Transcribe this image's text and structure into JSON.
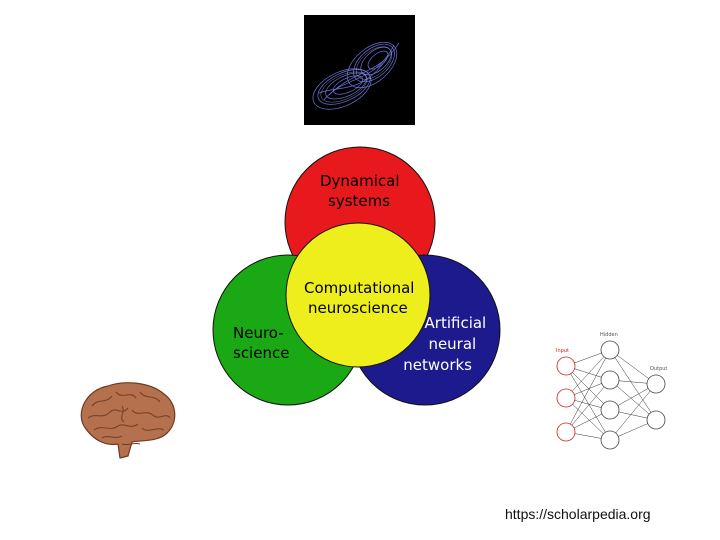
{
  "diagram": {
    "circles": {
      "dynamical_systems": {
        "label_lines": [
          "Dynamical",
          "systems"
        ],
        "color": "#e8191c"
      },
      "neuroscience": {
        "label_lines": [
          "Neuro-",
          "science"
        ],
        "color": "#1aa815"
      },
      "artificial_neural_networks": {
        "label_lines": [
          "Artificial",
          "neural",
          "networks"
        ],
        "color": "#1d1a8e"
      },
      "computational_neuroscience": {
        "label_lines": [
          "Computational",
          "neuroscience"
        ],
        "color": "#eeee1c"
      }
    },
    "network_labels": {
      "input": "Input",
      "hidden": "Hidden",
      "output": "Output"
    }
  },
  "source_url": "https://scholarpedia.org"
}
